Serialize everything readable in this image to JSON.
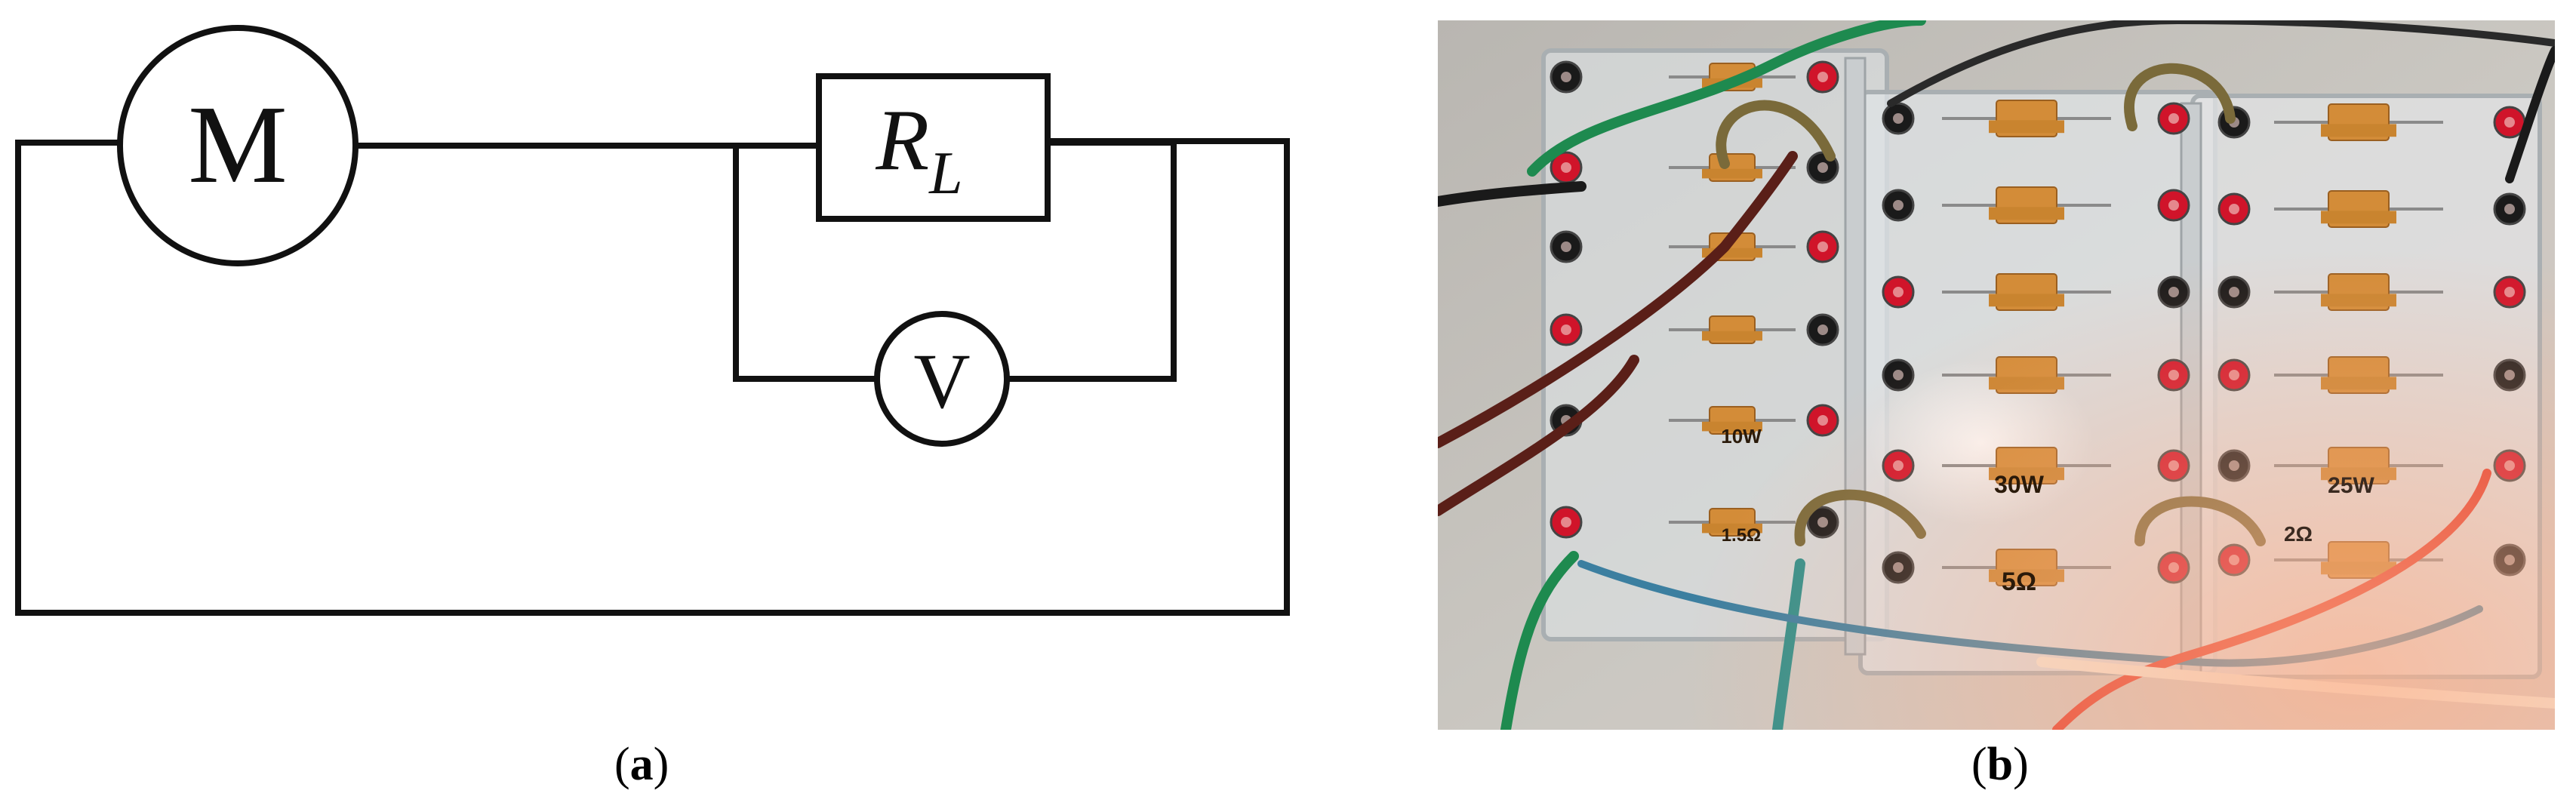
{
  "panel_a": {
    "caption_letter": "a",
    "motor_label": "M",
    "voltmeter_label": "V",
    "resistor_label_main": "R",
    "resistor_label_sub": "L"
  },
  "panel_b": {
    "caption_letter": "b",
    "resistor_labels": [
      "10W",
      "1.5Ω",
      "30W",
      "5Ω",
      "25W",
      "2Ω"
    ]
  },
  "colors": {
    "wire_black": "#111111",
    "panel_bg": "#ffffff",
    "board_base": "#d9d6d0",
    "acrylic": "#e6e9ea",
    "resistor_gold": "#d38c38",
    "binding_red": "#d0142a",
    "binding_black": "#1a1a1a",
    "cable_green": "#1e8a4f",
    "cable_maroon": "#5a1f18",
    "cable_olive": "#7a6a3a",
    "cable_blue": "#3c7fa0",
    "cable_red": "#e23a2a",
    "cable_white": "#f2e8d8"
  }
}
